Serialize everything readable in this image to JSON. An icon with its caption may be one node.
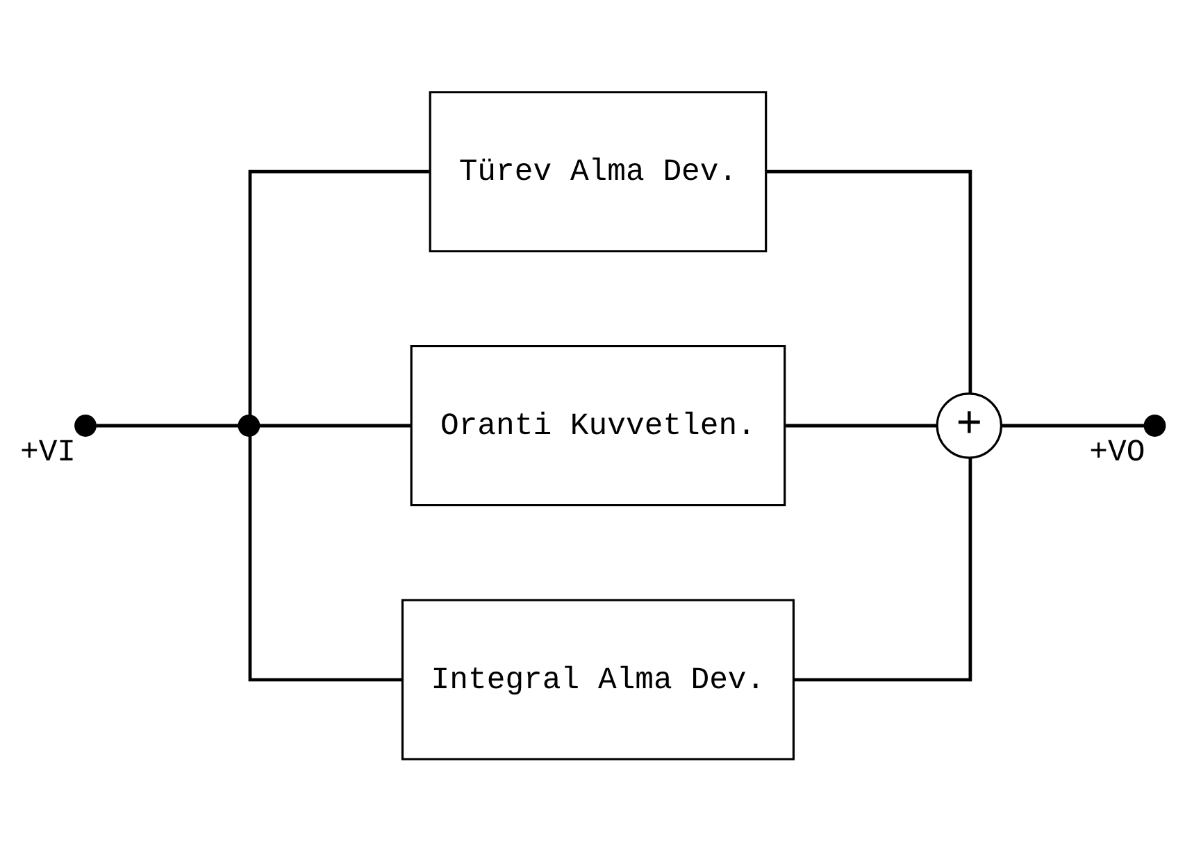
{
  "diagram": {
    "nodes": [
      {
        "text": [],
        "shape": "circle",
        "beside": [
          "+VI"
        ]
      },
      {
        "text": [],
        "shape": "circle"
      },
      {
        "text": [
          "Türev Alma Dev."
        ]
      },
      {
        "text": [
          "Oranti Kuvvetlen."
        ]
      },
      {
        "text": [
          "Integral Alma Dev."
        ]
      },
      {
        "text": [
          "+"
        ]
      },
      {
        "text": [],
        "shape": "circle",
        "beside": [
          "+VO"
        ]
      }
    ],
    "edges": [
      {
        "from": 0,
        "to": 1,
        "arrow": "none"
      },
      {
        "from": 1,
        "to": 2,
        "arrow": "none"
      },
      {
        "from": 1,
        "to": 3,
        "arrow": "none"
      },
      {
        "from": 1,
        "to": 4,
        "arrow": "none"
      },
      {
        "from": 2,
        "to": 5,
        "arrow": "none"
      },
      {
        "from": 3,
        "to": 5,
        "arrow": "none"
      },
      {
        "from": 4,
        "to": 5,
        "arrow": "none"
      },
      {
        "from": 5,
        "to": 6,
        "arrow": "none"
      }
    ]
  }
}
